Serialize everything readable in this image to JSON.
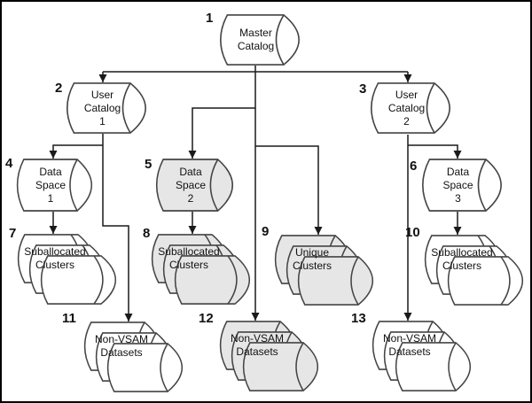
{
  "diagram": {
    "nodes": [
      {
        "num": "1",
        "label": "Master\nCatalog",
        "shaded": false
      },
      {
        "num": "2",
        "label": "User\nCatalog\n1",
        "shaded": false
      },
      {
        "num": "3",
        "label": "User\nCatalog\n2",
        "shaded": false
      },
      {
        "num": "4",
        "label": "Data\nSpace\n1",
        "shaded": false
      },
      {
        "num": "5",
        "label": "Data\nSpace\n2",
        "shaded": true
      },
      {
        "num": "6",
        "label": "Data\nSpace\n3",
        "shaded": false
      },
      {
        "num": "7",
        "label": "Suballocated\nClusters",
        "shaded": false
      },
      {
        "num": "8",
        "label": "Suballocated\nClusters",
        "shaded": true
      },
      {
        "num": "9",
        "label": "Unique\nClusters",
        "shaded": true
      },
      {
        "num": "10",
        "label": "Suballocated\nClusters",
        "shaded": false
      },
      {
        "num": "11",
        "label": "Non-VSAM\nDatasets",
        "shaded": false
      },
      {
        "num": "12",
        "label": "Non-VSAM\nDatasets",
        "shaded": true
      },
      {
        "num": "13",
        "label": "Non-VSAM\nDatasets",
        "shaded": false
      }
    ],
    "colors": {
      "shape_fill": "#ffffff",
      "shape_shaded": "#e6e6e6",
      "outline": "#444444",
      "connector": "#1a1a1a",
      "text": "#111111"
    }
  }
}
